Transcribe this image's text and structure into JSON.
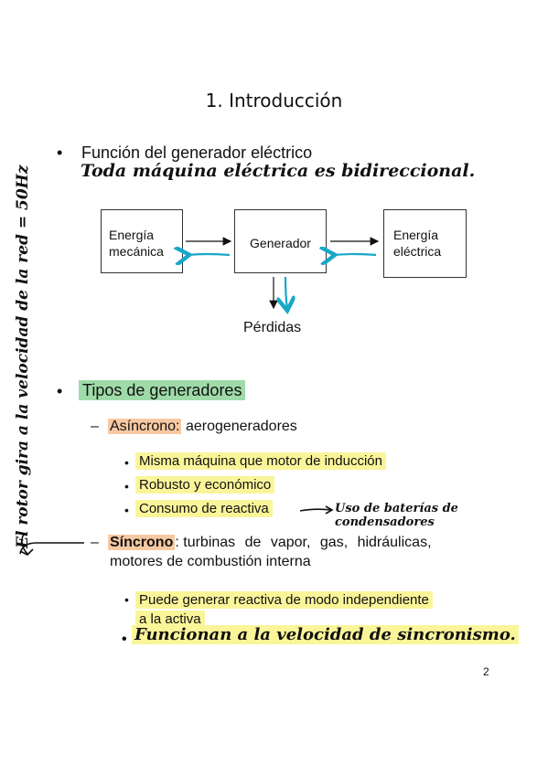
{
  "page": {
    "title": "1. Introducción",
    "bullet_glyph": "•",
    "dash_glyph": "–",
    "small_bullet_glyph": "•",
    "number": "2"
  },
  "section1": {
    "heading": "Función del generador eléctrico",
    "handnote": "Toda máquina eléctrica es bidireccional."
  },
  "diagram": {
    "box_left_line1": "Energía",
    "box_left_line2": "mecánica",
    "box_center": "Generador",
    "box_right_line1": "Energía",
    "box_right_line2": "eléctrica",
    "losses_label": "Pérdidas",
    "arrow_color": "#18a7c9"
  },
  "section2": {
    "heading": "Tipos de generadores",
    "async": {
      "label": "Asíncrono:",
      "text": "aerogeneradores",
      "items": [
        "Misma máquina que motor de inducción",
        "Robusto y económico",
        "Consumo de reactiva"
      ],
      "handnote": "Uso de baterías de condensadores"
    },
    "sync": {
      "label": "Síncrono",
      "colon": ":",
      "text_line1": "turbinas de vapor, gas, hidráulicas,",
      "text_line2": "motores de combustión interna",
      "item1_line1": "Puede generar reactiva de modo independiente",
      "item1_line2": "a la activa",
      "handnote_item": "Funcionan a la velocidad de sincronismo."
    }
  },
  "margin_note": "El rotor gira a la velocidad de la red = 50Hz",
  "colors": {
    "highlight_green": "#9fdba9",
    "highlight_orange": "#f7c9a2",
    "highlight_yellow": "#fbf59a"
  }
}
